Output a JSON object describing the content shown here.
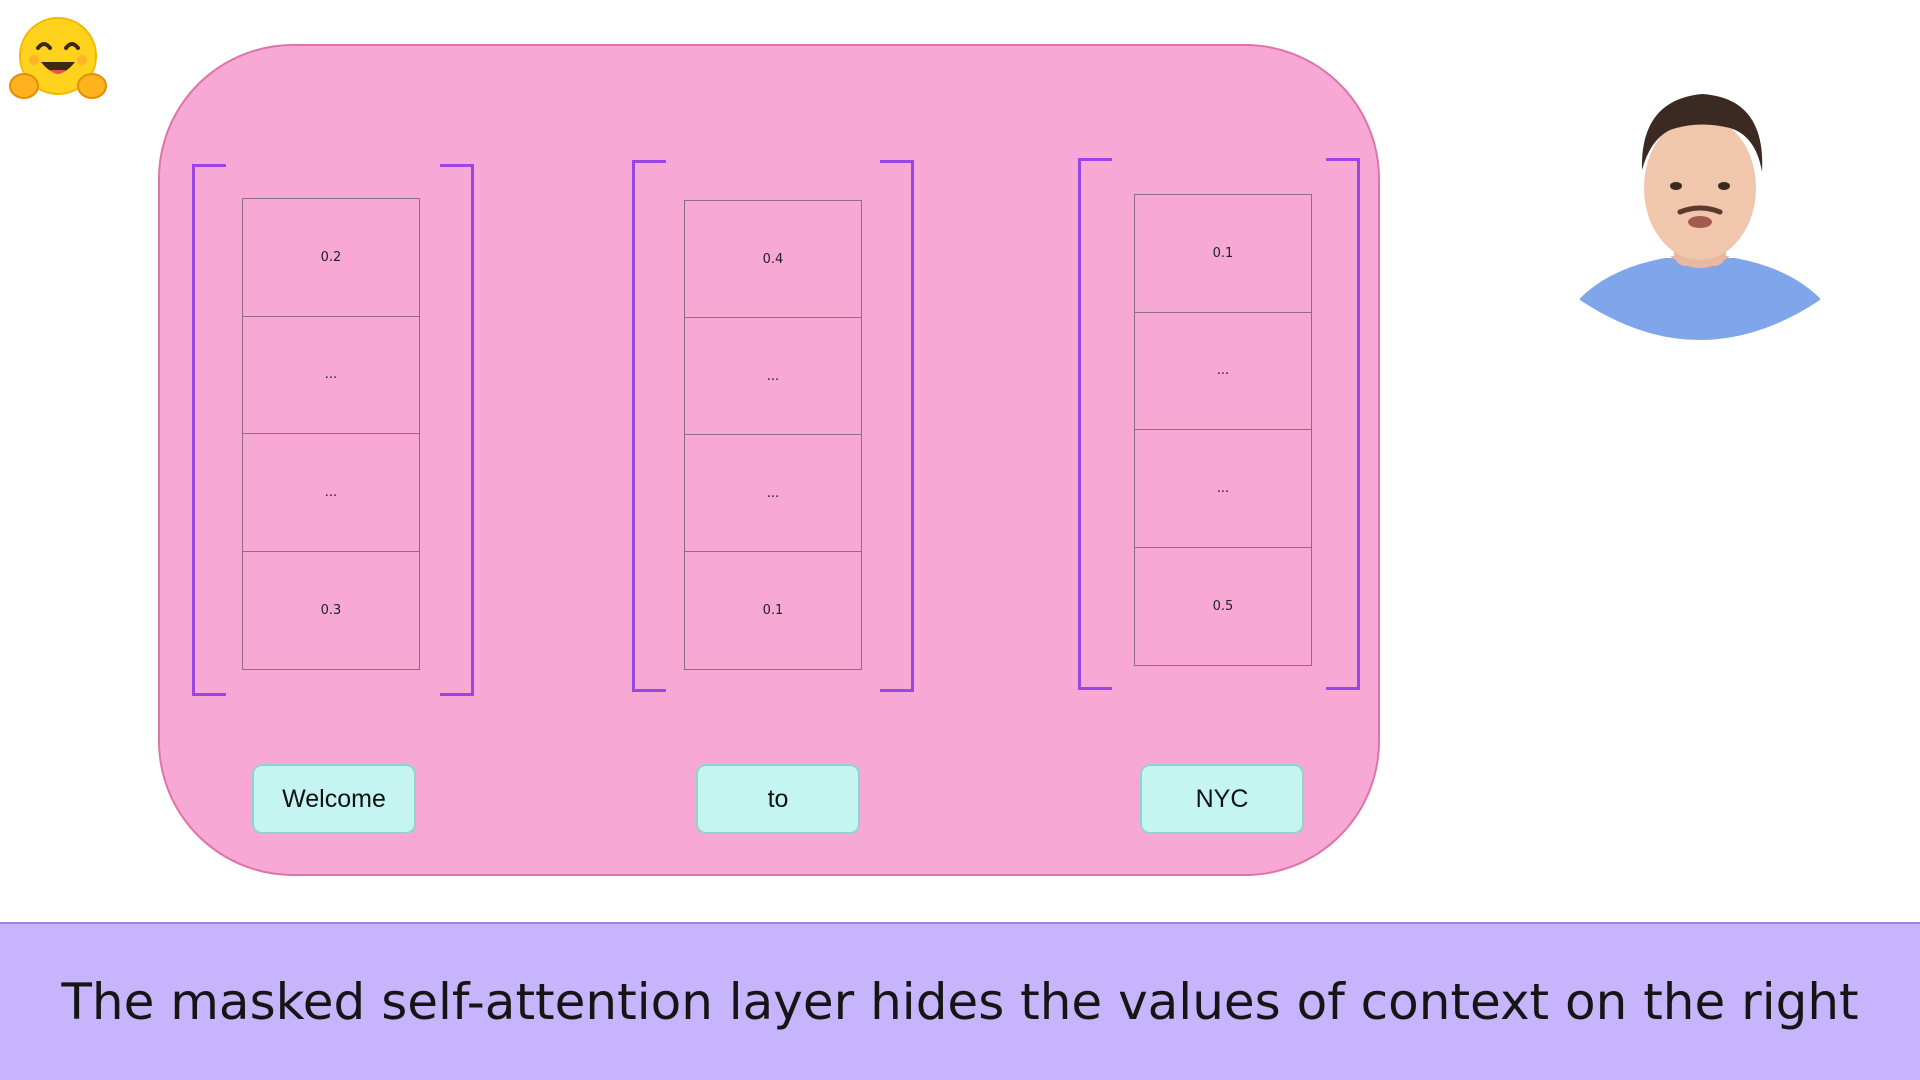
{
  "diagram": {
    "columns": [
      {
        "token": "Welcome",
        "values": [
          "0.2",
          "...",
          "...",
          "0.3"
        ]
      },
      {
        "token": "to",
        "values": [
          "0.4",
          "...",
          "...",
          "0.1"
        ]
      },
      {
        "token": "NYC",
        "values": [
          "0.1",
          "...",
          "...",
          "0.5"
        ]
      }
    ]
  },
  "caption": {
    "text": "The masked self-attention layer hides the values of context on the right"
  },
  "colors": {
    "panel": "#f8a8d4",
    "bracket": "#9a45e6",
    "token_box": "#c4f5f0",
    "caption_bar": "#c6b4fc"
  },
  "icons": {
    "logo": "hugging-face-emoji-icon",
    "presenter": "presenter-webcam"
  }
}
